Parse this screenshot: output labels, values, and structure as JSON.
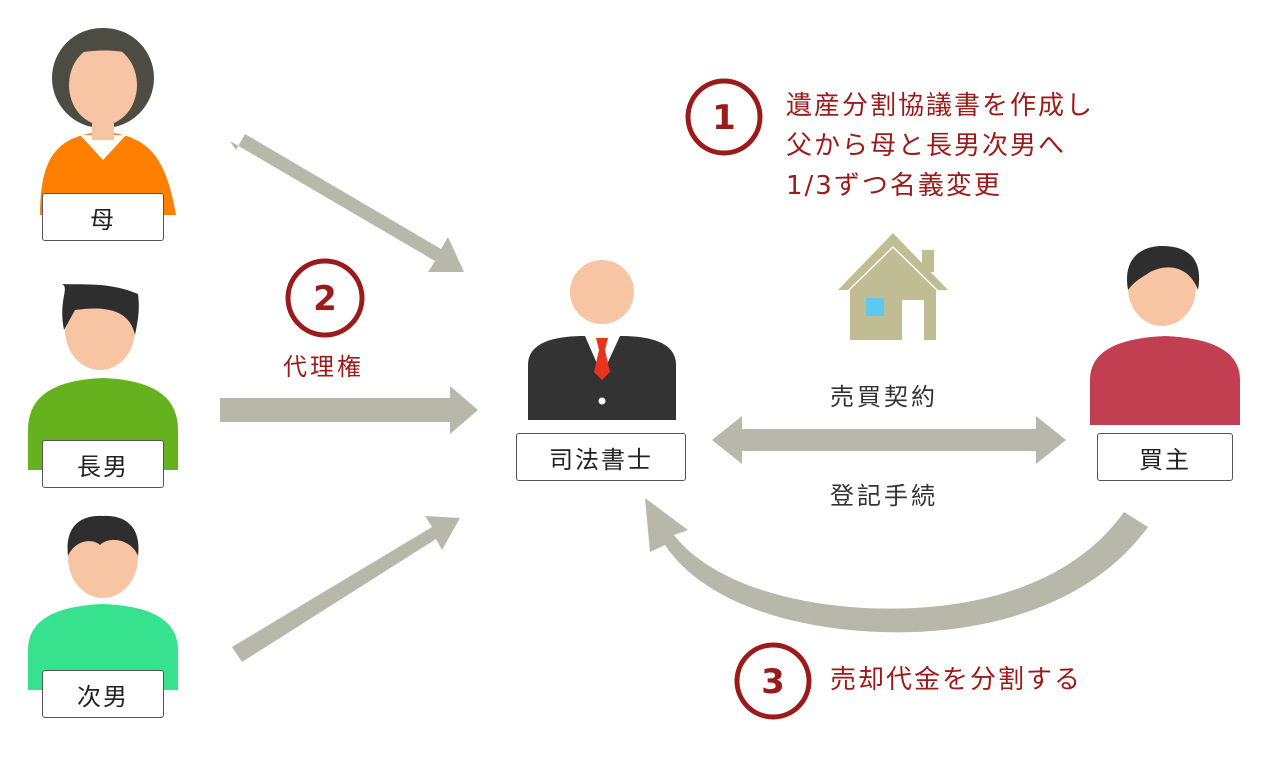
{
  "people": {
    "mother": "母",
    "eldest_son": "長男",
    "second_son": "次男",
    "scrivener": "司法書士",
    "buyer": "買主"
  },
  "steps": {
    "step1": {
      "number": "1",
      "lines": [
        "遺産分割協議書を作成し",
        "父から母と長男次男へ",
        "1/3ずつ名義変更"
      ]
    },
    "step2": {
      "number": "2",
      "label": "代理権"
    },
    "step3": {
      "number": "3",
      "label": "売却代金を分割する"
    }
  },
  "arrow_labels": {
    "sale_contract": "売買契約",
    "registration": "登記手続"
  },
  "colors": {
    "mother_shirt": "#ff8000",
    "eldest_son_shirt": "#66b21e",
    "second_son_shirt": "#36e28e",
    "buyer_shirt": "#c13f51",
    "suit": "#333333",
    "tie": "#e8341c",
    "arrow": "#b7b8aa",
    "house": "#c0bd95",
    "house_window": "#5ec8f0",
    "accent_red": "#9b1b1b",
    "skin": "#f7c5a4",
    "hair": "#2e2e2e",
    "mother_hair": "#4c4c42"
  },
  "icons": {
    "house": "house-icon"
  }
}
